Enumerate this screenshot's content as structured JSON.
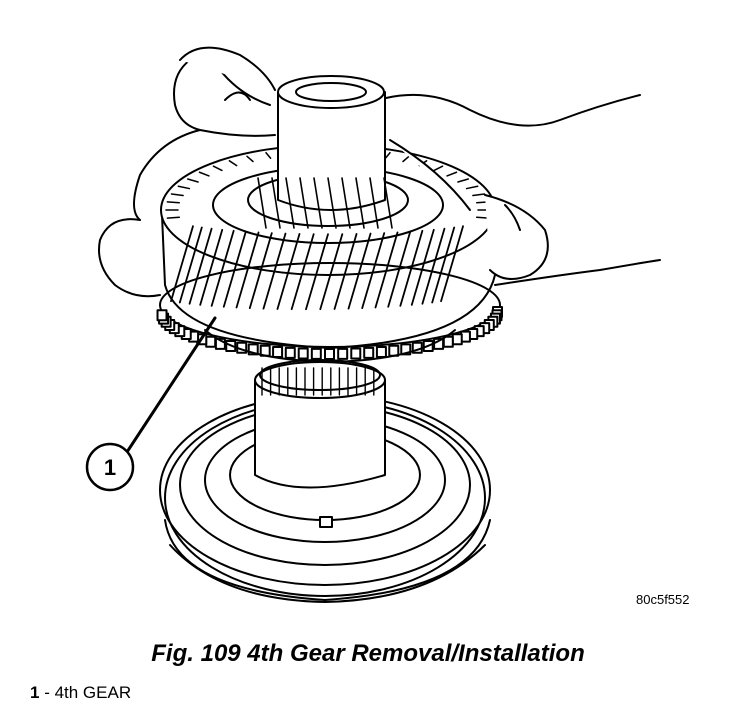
{
  "figure": {
    "image_code": "80c5f552",
    "callout_number": "1",
    "caption": "Fig. 109 4th Gear Removal/Installation",
    "legend": [
      {
        "number": "1",
        "separator": " - ",
        "label": "4th GEAR"
      }
    ]
  },
  "colors": {
    "ink": "#000000",
    "paper": "#ffffff"
  }
}
